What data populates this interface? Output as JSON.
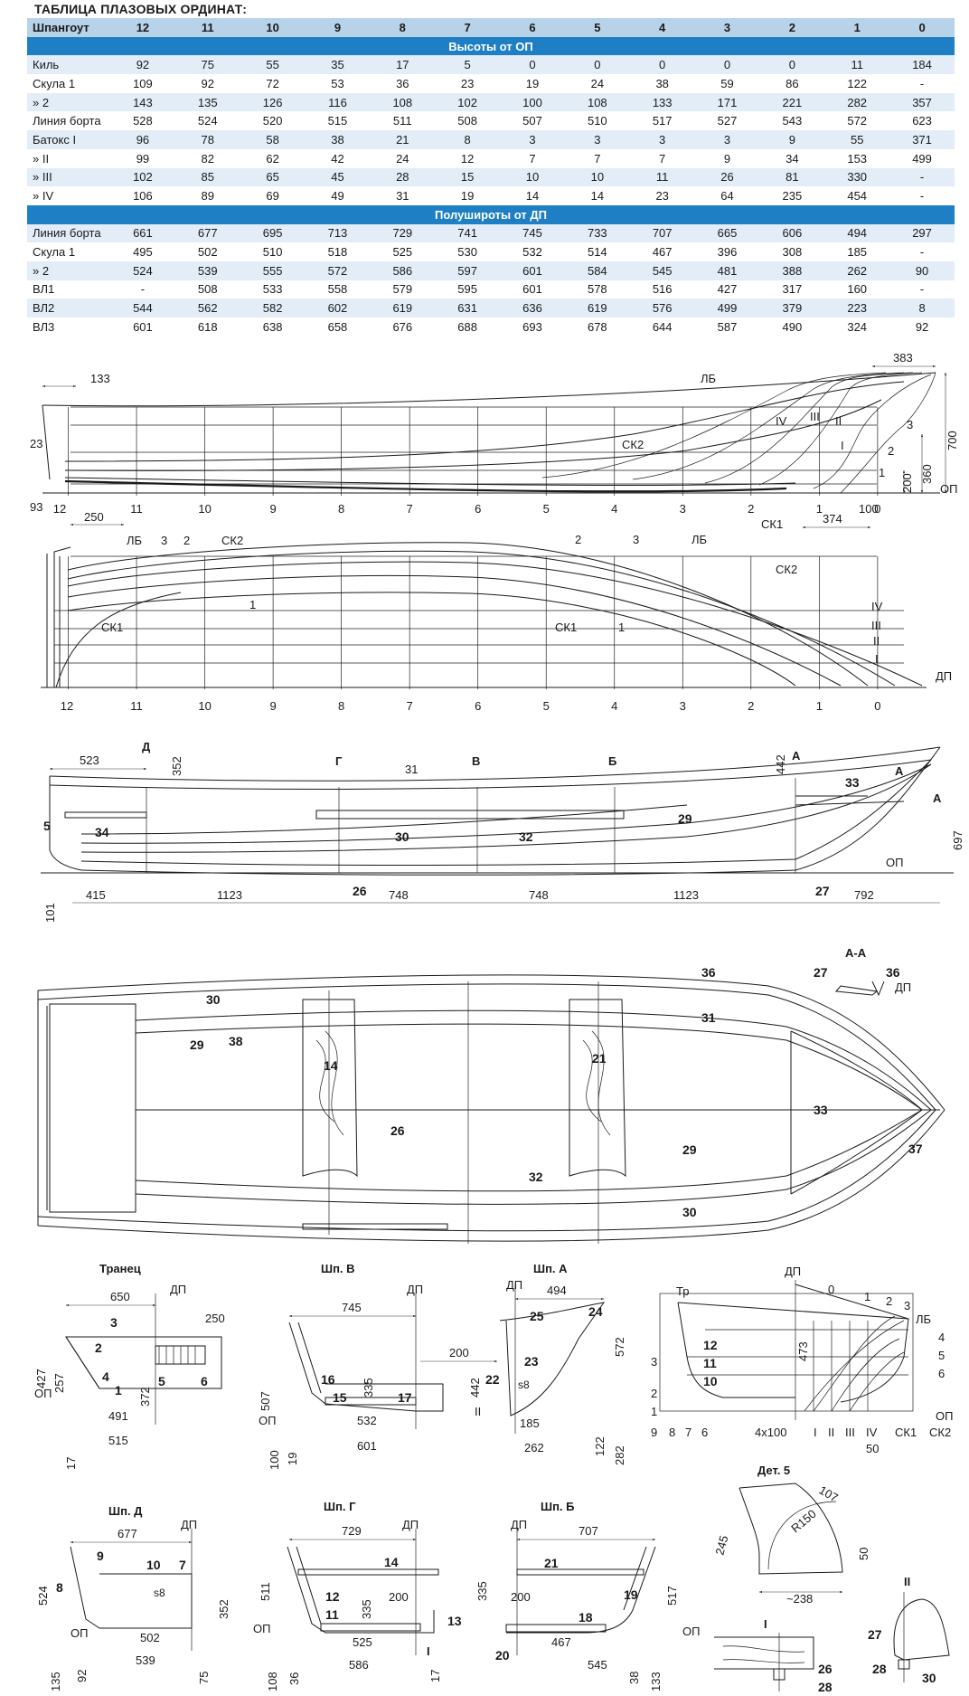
{
  "title": "ТАБЛИЦА ПЛАЗОВЫХ ОРДИНАТ:",
  "table": {
    "header_label": "Шпангоут",
    "frames": [
      "12",
      "11",
      "10",
      "9",
      "8",
      "7",
      "6",
      "5",
      "4",
      "3",
      "2",
      "1",
      "0"
    ],
    "section1": "Высоты от ОП",
    "heights": [
      {
        "label": "Киль",
        "values": [
          "92",
          "75",
          "55",
          "35",
          "17",
          "5",
          "0",
          "0",
          "0",
          "0",
          "0",
          "11",
          "184"
        ]
      },
      {
        "label": "Скула 1",
        "values": [
          "109",
          "92",
          "72",
          "53",
          "36",
          "23",
          "19",
          "24",
          "38",
          "59",
          "86",
          "122",
          "-"
        ]
      },
      {
        "label": "»   2",
        "values": [
          "143",
          "135",
          "126",
          "116",
          "108",
          "102",
          "100",
          "108",
          "133",
          "171",
          "221",
          "282",
          "357"
        ]
      },
      {
        "label": "Линия борта",
        "values": [
          "528",
          "524",
          "520",
          "515",
          "511",
          "508",
          "507",
          "510",
          "517",
          "527",
          "543",
          "572",
          "623"
        ]
      },
      {
        "label": "Батокс I",
        "values": [
          "96",
          "78",
          "58",
          "38",
          "21",
          "8",
          "3",
          "3",
          "3",
          "3",
          "9",
          "55",
          "371"
        ]
      },
      {
        "label": "»   II",
        "values": [
          "99",
          "82",
          "62",
          "42",
          "24",
          "12",
          "7",
          "7",
          "7",
          "9",
          "34",
          "153",
          "499"
        ]
      },
      {
        "label": "»   III",
        "values": [
          "102",
          "85",
          "65",
          "45",
          "28",
          "15",
          "10",
          "10",
          "11",
          "26",
          "81",
          "330",
          "-"
        ]
      },
      {
        "label": "»   IV",
        "values": [
          "106",
          "89",
          "69",
          "49",
          "31",
          "19",
          "14",
          "14",
          "23",
          "64",
          "235",
          "454",
          "-"
        ]
      }
    ],
    "section2": "Полушироты от ДП",
    "halfwidths": [
      {
        "label": "Линия борта",
        "values": [
          "661",
          "677",
          "695",
          "713",
          "729",
          "741",
          "745",
          "733",
          "707",
          "665",
          "606",
          "494",
          "297"
        ]
      },
      {
        "label": "Скула 1",
        "values": [
          "495",
          "502",
          "510",
          "518",
          "525",
          "530",
          "532",
          "514",
          "467",
          "396",
          "308",
          "185",
          "-"
        ]
      },
      {
        "label": "»   2",
        "values": [
          "524",
          "539",
          "555",
          "572",
          "586",
          "597",
          "601",
          "584",
          "545",
          "481",
          "388",
          "262",
          "90"
        ]
      },
      {
        "label": "ВЛ1",
        "values": [
          "-",
          "508",
          "533",
          "558",
          "579",
          "595",
          "601",
          "578",
          "516",
          "427",
          "317",
          "160",
          "-"
        ]
      },
      {
        "label": "ВЛ2",
        "values": [
          "544",
          "562",
          "582",
          "602",
          "619",
          "631",
          "636",
          "619",
          "576",
          "499",
          "379",
          "223",
          "8"
        ]
      },
      {
        "label": "ВЛ3",
        "values": [
          "601",
          "618",
          "638",
          "658",
          "676",
          "688",
          "693",
          "678",
          "644",
          "587",
          "490",
          "324",
          "92"
        ]
      }
    ]
  },
  "profile": {
    "dims": {
      "d133": "133",
      "d383": "383",
      "d23": "23",
      "d93": "93",
      "d250": "250",
      "d200": "200",
      "d360": "360",
      "d700": "700",
      "d100": "100",
      "d374": "374"
    },
    "labels": {
      "lb": "ЛБ",
      "sk1": "СК1",
      "sk2": "СК2",
      "op": "ОП",
      "b1": "I",
      "b2": "II",
      "b3": "III",
      "b4": "IV",
      "w1": "1",
      "w2": "2",
      "w3": "3"
    }
  },
  "plan": {
    "labels": {
      "lb": "ЛБ",
      "sk1": "СК1",
      "sk2": "СК2",
      "dp": "ДП",
      "w1": "1",
      "w2": "2",
      "w3": "3",
      "b1": "I",
      "b2": "II",
      "b3": "III",
      "b4": "IV"
    }
  },
  "side": {
    "dims": {
      "d523": "523",
      "d352": "352",
      "d442": "442",
      "d697": "697",
      "d101": "101",
      "d415": "415",
      "d1123a": "1123",
      "d748a": "748",
      "d748b": "748",
      "d1123b": "1123",
      "d792": "792"
    },
    "letters": {
      "d": "Д",
      "g": "Г",
      "v": "В",
      "b": "Б",
      "a": "А",
      "aa": "А"
    },
    "parts": {
      "p5": "5",
      "p34": "34",
      "p31": "31",
      "p30": "30",
      "p32": "32",
      "p29": "29",
      "p33": "33",
      "p26": "26",
      "p27": "27"
    },
    "op": "ОП"
  },
  "top": {
    "parts": {
      "p30": "30",
      "p29": "29",
      "p38": "38",
      "p14": "14",
      "p26": "26",
      "p32": "32",
      "p21": "21",
      "p36": "36",
      "p31": "31",
      "p33": "33",
      "p37": "37",
      "p29b": "29",
      "p30b": "30"
    },
    "aa": {
      "title": "А-А",
      "p27": "27",
      "p36": "36",
      "dp": "ДП"
    }
  },
  "sections": {
    "transom": {
      "title": "Транец",
      "dp": "ДП",
      "op": "ОП",
      "d650": "650",
      "d250": "250",
      "d427": "427",
      "d257": "257",
      "d372": "372",
      "d491": "491",
      "d515": "515",
      "d17": "17",
      "p1": "1",
      "p2": "2",
      "p3": "3",
      "p4": "4",
      "p5": "5",
      "p6": "6"
    },
    "shV": {
      "title": "Шп. В",
      "dp": "ДП",
      "op": "ОП",
      "d745": "745",
      "d507": "507",
      "d335": "335",
      "d532": "532",
      "d601": "601",
      "d100": "100",
      "d19": "19",
      "d200": "200",
      "p15": "15",
      "p16": "16",
      "p17": "17"
    },
    "shA": {
      "title": "Шп. А",
      "dp": "ДП",
      "d494": "494",
      "d442": "442",
      "d572": "572",
      "d185": "185",
      "d262": "262",
      "d122": "122",
      "d282": "282",
      "p22": "22",
      "p23": "23",
      "p24": "24",
      "p25": "25",
      "s8": "s8",
      "II": "II"
    },
    "body": {
      "dp": "ДП",
      "tr": "Тр",
      "lb": "ЛБ",
      "sk1": "СК1",
      "sk2": "СК2",
      "op": "ОП",
      "d473": "473",
      "d4x100": "4x100",
      "d50": "50",
      "f0": "0",
      "f1": "1",
      "f2": "2",
      "f3": "3",
      "f4": "4",
      "f5": "5",
      "f6": "6",
      "f7": "7",
      "f8": "8",
      "f9": "9",
      "f10": "10",
      "f11": "11",
      "f12": "12",
      "w1": "1",
      "w2": "2",
      "w3": "3",
      "b1": "I",
      "b2": "II",
      "b3": "III",
      "b4": "IV"
    },
    "shD": {
      "title": "Шп. Д",
      "dp": "ДП",
      "op": "ОП",
      "d677": "677",
      "d524": "524",
      "d352": "352",
      "d502": "502",
      "d539": "539",
      "d135": "135",
      "d92": "92",
      "d75": "75",
      "p7": "7",
      "p8": "8",
      "p9": "9",
      "p10": "10",
      "s8": "s8"
    },
    "shG": {
      "title": "Шп. Г",
      "dp": "ДП",
      "op": "ОП",
      "d729": "729",
      "d511": "511",
      "d335": "335",
      "d200": "200",
      "d525": "525",
      "d586": "586",
      "d108": "108",
      "d36": "36",
      "d17": "17",
      "p11": "11",
      "p12": "12",
      "p13": "13",
      "p14": "14",
      "I": "I"
    },
    "shB": {
      "title": "Шп. Б",
      "dp": "ДП",
      "op": "ОП",
      "d707": "707",
      "d335": "335",
      "d517": "517",
      "d200": "200",
      "d467": "467",
      "d545": "545",
      "d38": "38",
      "d133": "133",
      "p18": "18",
      "p19": "19",
      "p20": "20",
      "p21": "21"
    },
    "det5": {
      "title": "Дет. 5",
      "d245": "245",
      "d107": "107",
      "r150": "R150",
      "d50": "50",
      "d238": "~238"
    },
    "nodeI": {
      "title": "I",
      "p26": "26",
      "p28": "28"
    },
    "nodeII": {
      "title": "II",
      "p27": "27",
      "p28": "28",
      "p30": "30"
    }
  }
}
